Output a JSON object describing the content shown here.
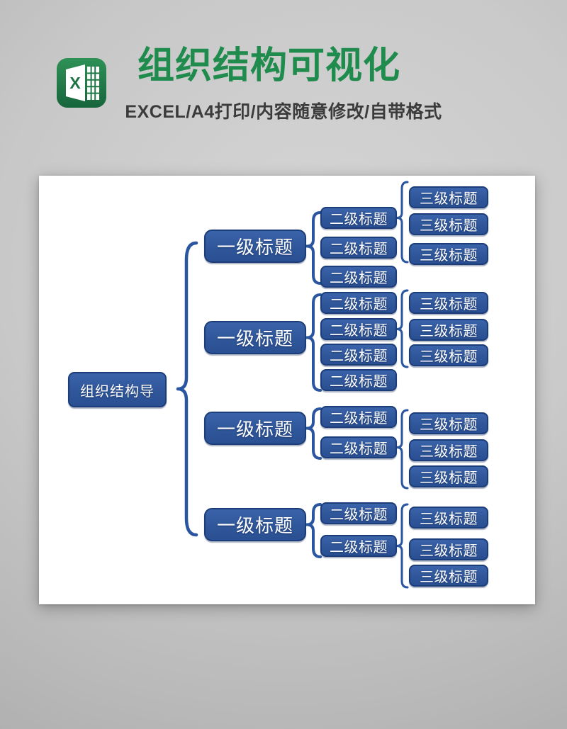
{
  "header": {
    "icon_letter": "X",
    "title": "组织结构可视化",
    "subtitle": "EXCEL/A4打印/内容随意修改/自带格式"
  },
  "colors": {
    "title_green": "#1f8b4d",
    "subtitle_gray": "#3b3b3b",
    "excel_green": "#1f7a47",
    "card_white": "#ffffff",
    "node_fill": "#2f5699",
    "node_border": "#1b3d7a",
    "node_text": "#ffffff",
    "brace_blue": "#2a55a0"
  },
  "diagram": {
    "root": {
      "label": "组织结构导"
    },
    "branches": [
      {
        "label": "一级标题",
        "children": [
          {
            "label": "二级标题",
            "children": [
              {
                "label": "三级标题"
              },
              {
                "label": "三级标题"
              },
              {
                "label": "三级标题"
              }
            ]
          },
          {
            "label": "二级标题",
            "children": []
          },
          {
            "label": "二级标题",
            "children": []
          }
        ]
      },
      {
        "label": "一级标题",
        "children": [
          {
            "label": "二级标题",
            "children": []
          },
          {
            "label": "二级标题",
            "children": [
              {
                "label": "三级标题"
              },
              {
                "label": "三级标题"
              },
              {
                "label": "三级标题"
              }
            ]
          },
          {
            "label": "二级标题",
            "children": []
          },
          {
            "label": "二级标题",
            "children": []
          }
        ]
      },
      {
        "label": "一级标题",
        "children": [
          {
            "label": "二级标题",
            "children": []
          },
          {
            "label": "二级标题",
            "children": [
              {
                "label": "三级标题"
              },
              {
                "label": "三级标题"
              },
              {
                "label": "三级标题"
              }
            ]
          }
        ]
      },
      {
        "label": "一级标题",
        "children": [
          {
            "label": "二级标题",
            "children": []
          },
          {
            "label": "二级标题",
            "children": [
              {
                "label": "三级标题"
              },
              {
                "label": "三级标题"
              },
              {
                "label": "三级标题"
              }
            ]
          }
        ]
      }
    ]
  }
}
